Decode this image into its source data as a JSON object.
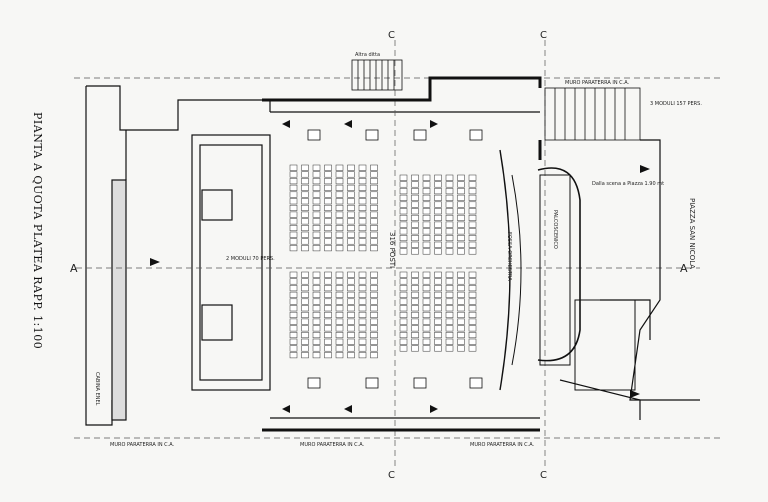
{
  "drawing": {
    "title": "PIANTA A QUOTA PLATEA RAPP. 1:100",
    "piazza_label": "PIAZZA SAN NICOLA",
    "section_marks": [
      "A",
      "A",
      "C",
      "C",
      "C",
      "C"
    ],
    "labels": {
      "muro_ca": "MURO PARATERRA IN C.A.",
      "altra_ditta": "Altra ditta",
      "posti_center": "316 POSTI",
      "fossa": "FOSSA ORCHESTRA",
      "palco": "PALCOSCENICO",
      "modui_left": "2 MODULI\n70 PERS.",
      "modui_right": "3 MODULI\n157 PERS.",
      "cabina": "CABINA ENEL",
      "dalla_scena": "Dalla scena a Piazza 1.90 mt"
    }
  }
}
